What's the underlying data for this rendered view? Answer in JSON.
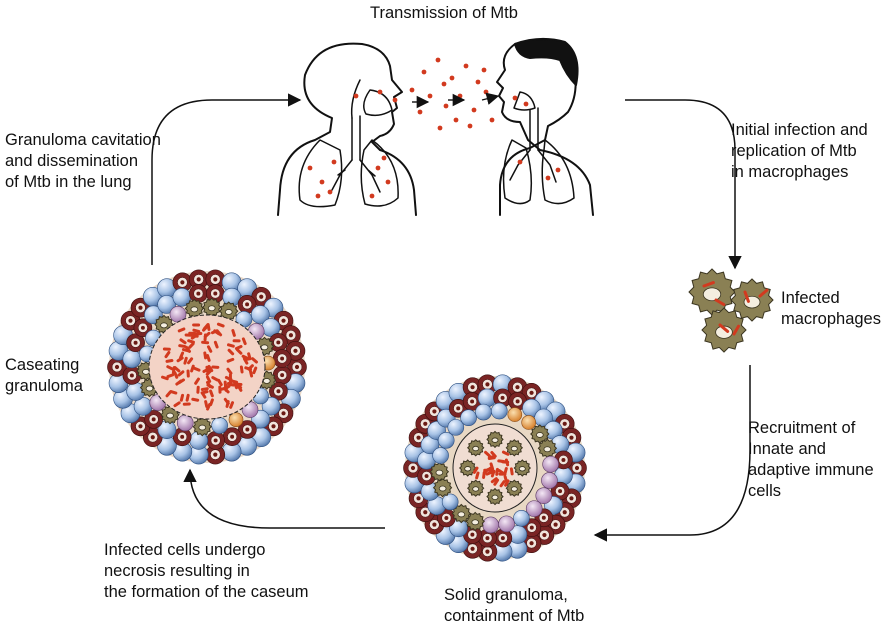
{
  "title": "Transmission of Mtb",
  "labels": {
    "cavitation": "Granuloma cavitation\nand dissemination\nof Mtb in the lung",
    "initial_infection": "Initial infection and\nreplication of Mtb\nin macrophages",
    "infected_macrophages": "Infected\nmacrophages",
    "recruitment": "Recruitment of\nInnate and\nadaptive immune\ncells",
    "solid_granuloma": "Solid granuloma,\ncontainment of Mtb",
    "necrosis": "Infected cells undergo\nnecrosis resulting in\nthe formation of the caseum",
    "caseating": "Caseating\ngranuloma"
  },
  "colors": {
    "bacteria": "#d23a1f",
    "macrophage": "#8a8054",
    "lymphocyte": "#8fb0d9",
    "neutrophil": "#7a2424",
    "caseum": "#f3d3c6",
    "outline": "#111111"
  },
  "icons": [
    "infected-person-silhouette",
    "exposed-person-silhouette",
    "infected-macrophage-cluster",
    "solid-granuloma",
    "caseating-granuloma"
  ]
}
